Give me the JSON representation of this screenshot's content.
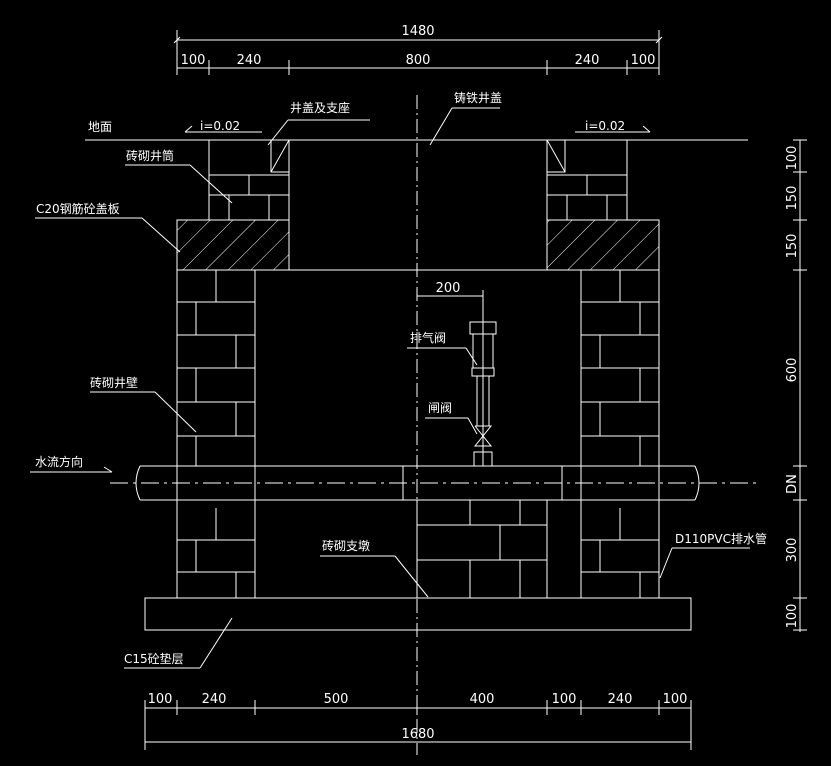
{
  "colors": {
    "background": "#000000",
    "lines": "#ffffff"
  },
  "top_dims": {
    "overall": "1480",
    "segments": [
      "100",
      "240",
      "800",
      "240",
      "100"
    ]
  },
  "bottom_dims": {
    "overall": "1680",
    "segments": [
      "100",
      "240",
      "500",
      "400",
      "100",
      "240",
      "100"
    ]
  },
  "right_dims": [
    "100",
    "150",
    "150",
    "600",
    "DN",
    "300",
    "100"
  ],
  "labels": {
    "ground": "地面",
    "slope_left": "i=0.02",
    "slope_right": "i=0.02",
    "cover_seat": "井盖及支座",
    "cast_iron_cover": "铸铁井盖",
    "brick_shaft": "砖砌井筒",
    "slab": "C20钢筋砼盖板",
    "air_valve": "排气阀",
    "gate_valve": "闸阀",
    "brick_wall": "砖砌井壁",
    "flow_direction": "水流方向",
    "brick_support": "砖砌支墩",
    "pvc_pipe": "D110PVC排水管",
    "cushion": "C15砼垫层",
    "valve_offset": "200"
  }
}
